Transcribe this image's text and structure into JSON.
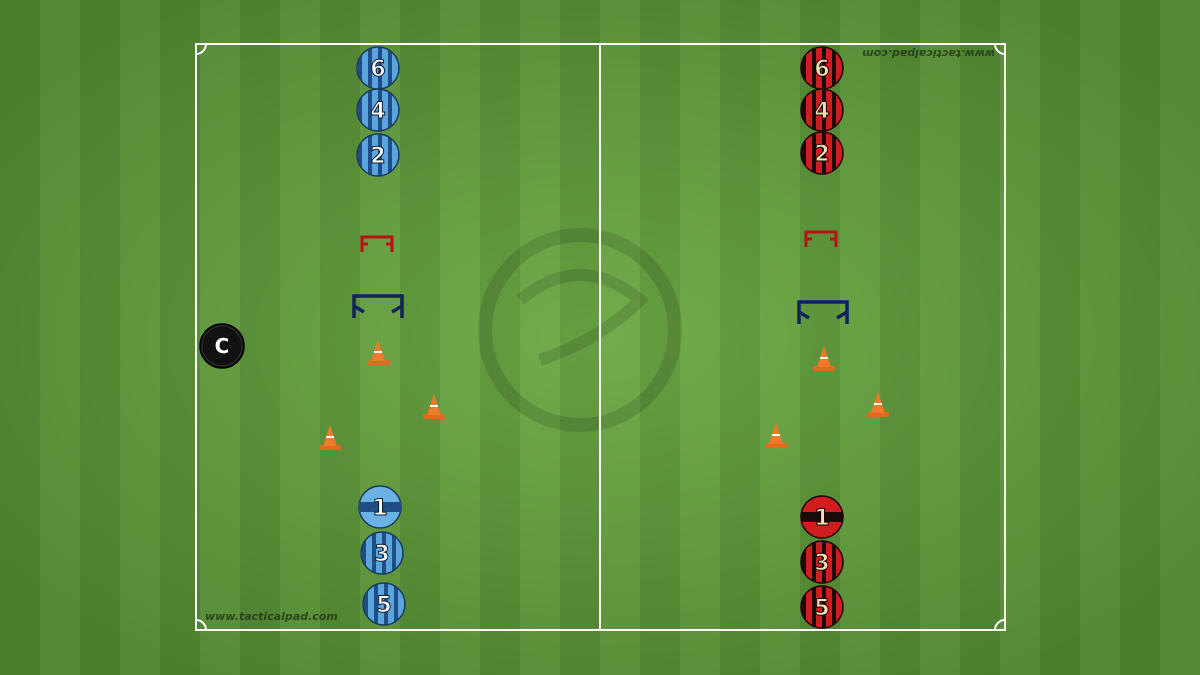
{
  "colors": {
    "blue_team": "#5aa6dc",
    "blue_stripe": "#1f4e86",
    "red_team": "#d01e1e",
    "red_dark": "#1a0a0a",
    "coach": "#111111",
    "cone": "#f07a2a",
    "goal_blue": "#13215c",
    "goal_red": "#b41414",
    "lines": "#ffffff"
  },
  "watermark_bottom": "www.tacticalpad.com",
  "watermark_top": "www.tacticalpad.com",
  "coach": {
    "label": "C"
  },
  "left_area": {
    "team": "blue",
    "top_players": [
      "6",
      "4",
      "2"
    ],
    "bottom_players": [
      "1",
      "3",
      "5"
    ]
  },
  "right_area": {
    "team": "red",
    "top_players": [
      "6",
      "4",
      "2"
    ],
    "bottom_players": [
      "1",
      "3",
      "5"
    ]
  }
}
